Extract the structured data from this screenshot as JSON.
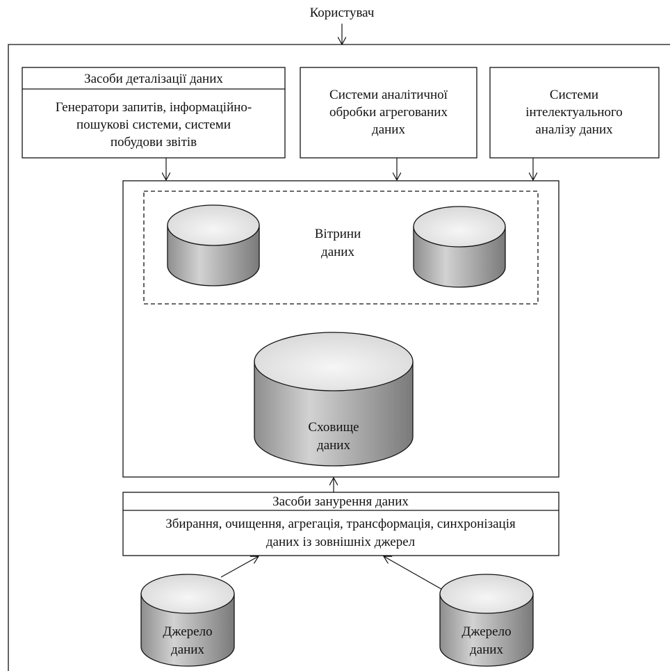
{
  "user_label": "Користувач",
  "tools": {
    "detail": {
      "title": "Засоби деталізації даних",
      "lines": [
        "Генератори запитів, інформаційно-",
        "пошукові системи, системи",
        "побудови звітів"
      ]
    },
    "olap": {
      "lines": [
        "Системи аналітичної",
        "обробки агрегованих",
        "даних"
      ]
    },
    "mining": {
      "lines": [
        "Системи",
        "інтелектуального",
        "аналізу даних"
      ]
    }
  },
  "marts": {
    "lines": [
      "Вітрини",
      "даних"
    ]
  },
  "warehouse": {
    "lines": [
      "Сховище",
      "даних"
    ]
  },
  "etl": {
    "title": "Засоби занурення даних",
    "lines": [
      "Збирання, очищення, агрегація, трансформація, синхронізація",
      "даних із зовнішніх джерел"
    ]
  },
  "sources": [
    {
      "lines": [
        "Джерело",
        "даних"
      ]
    },
    {
      "lines": [
        "Джерело",
        "даних"
      ]
    }
  ]
}
